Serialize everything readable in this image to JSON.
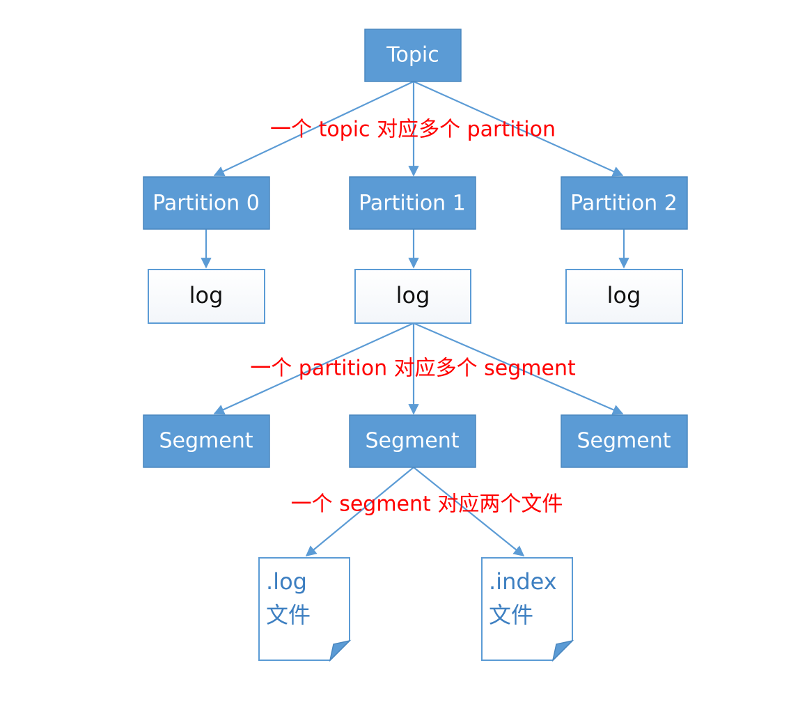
{
  "topic": {
    "label": "Topic"
  },
  "partitions": [
    {
      "label": "Partition 0"
    },
    {
      "label": "Partition 1"
    },
    {
      "label": "Partition 2"
    }
  ],
  "logs": [
    {
      "label": "log"
    },
    {
      "label": "log"
    },
    {
      "label": "log"
    }
  ],
  "segments": [
    {
      "label": "Segment"
    },
    {
      "label": "Segment"
    },
    {
      "label": "Segment"
    }
  ],
  "files": [
    {
      "name": ".log",
      "kind": "文件"
    },
    {
      "name": ".index",
      "kind": "文件"
    }
  ],
  "annotations": {
    "topic_partition": "一个 topic 对应多个 partition",
    "partition_segment": "一个 partition 对应多个 segment",
    "segment_files": "一个 segment 对应两个文件"
  },
  "colors": {
    "box_fill": "#5b9bd5",
    "edge": "#5b9bd5",
    "annotation": "#ff0000",
    "file_text": "#3d7fc1"
  }
}
